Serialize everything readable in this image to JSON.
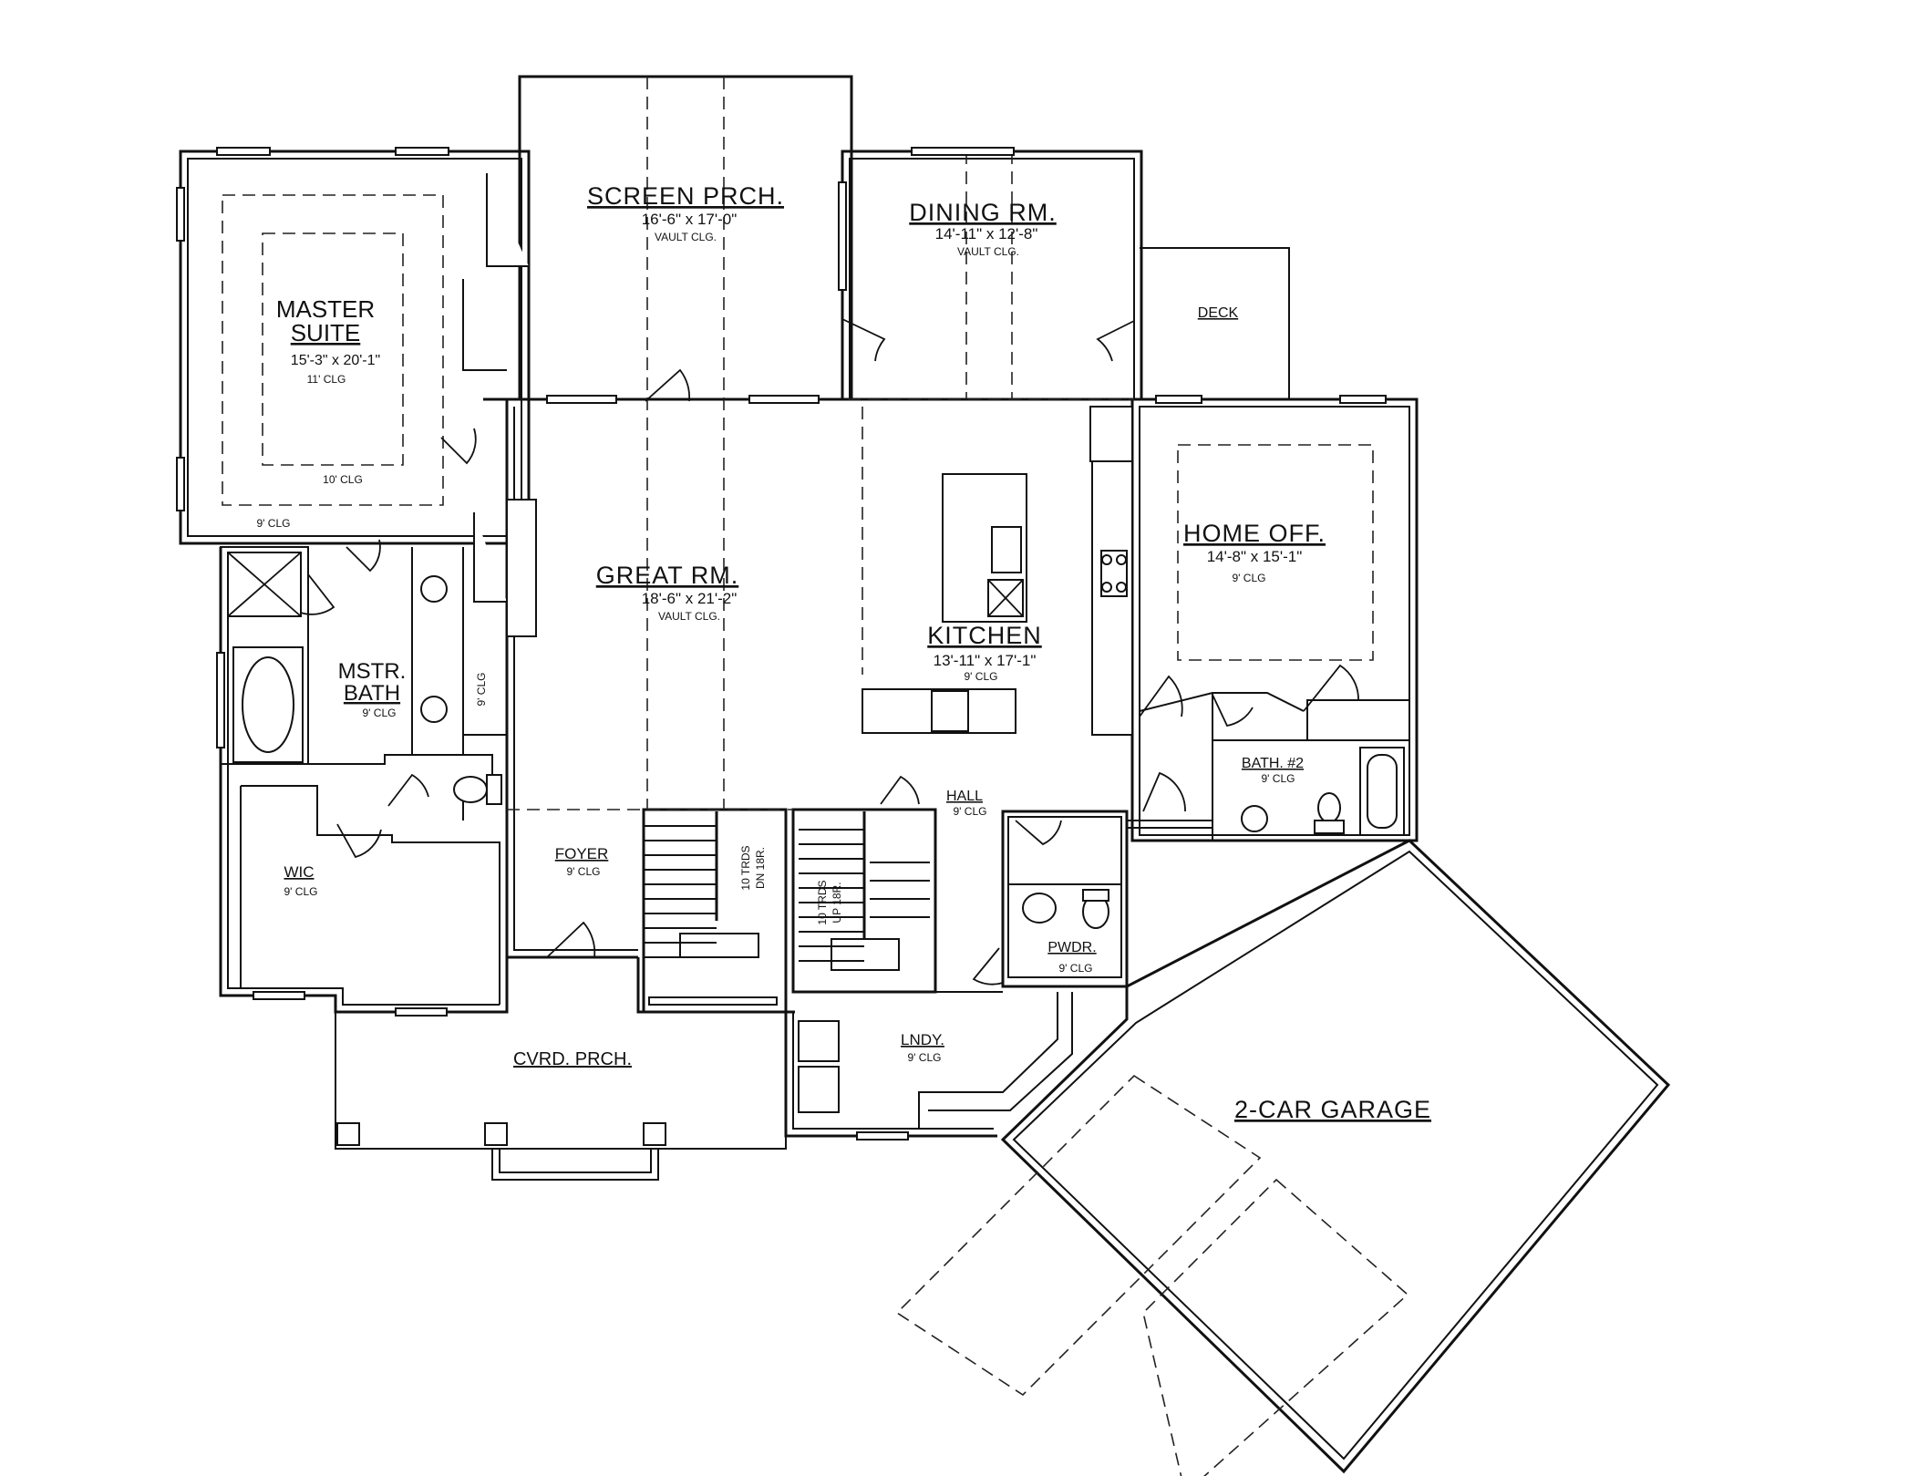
{
  "rooms": {
    "master_suite": {
      "name_1": "MASTER",
      "name_2": "SUITE",
      "size": "15'-3\" x 20'-1\"",
      "ceiling": "11' CLG",
      "ceiling_2": "10' CLG",
      "ceiling_3": "9' CLG"
    },
    "screen_porch": {
      "name": "SCREEN PRCH.",
      "size": "16'-6\" x 17'-0\"",
      "ceiling": "VAULT CLG."
    },
    "dining": {
      "name": "DINING RM.",
      "size": "14'-11\" x 12'-8\"",
      "ceiling": "VAULT CLG."
    },
    "deck": {
      "name": "DECK"
    },
    "great_room": {
      "name": "GREAT RM.",
      "size": "18'-6\" x 21'-2\"",
      "ceiling": "VAULT CLG."
    },
    "kitchen": {
      "name": "KITCHEN",
      "size": "13'-11\" x 17'-1\"",
      "ceiling": "9' CLG"
    },
    "home_office": {
      "name": "HOME OFF.",
      "size": "14'-8\" x 15'-1\"",
      "ceiling": "9' CLG"
    },
    "master_bath": {
      "name_1": "MSTR.",
      "name_2": "BATH",
      "ceiling": "9' CLG"
    },
    "hall_closet": {
      "ceiling": "9' CLG"
    },
    "wic": {
      "name": "WIC",
      "ceiling": "9' CLG"
    },
    "foyer": {
      "name": "FOYER",
      "ceiling": "9' CLG"
    },
    "stairs_down": {
      "line_1": "10 TRDS",
      "line_2": "DN 18R."
    },
    "stairs_up": {
      "line_1": "10 TRDS",
      "line_2": "UP 18R."
    },
    "hall": {
      "name": "HALL",
      "ceiling": "9' CLG"
    },
    "bath_2": {
      "name": "BATH. #2",
      "ceiling": "9' CLG"
    },
    "powder": {
      "name": "PWDR.",
      "ceiling": "9' CLG"
    },
    "laundry": {
      "name": "LNDY.",
      "ceiling": "9' CLG"
    },
    "covered_porch": {
      "name": "CVRD. PRCH."
    },
    "garage": {
      "name": "2-CAR GARAGE"
    }
  }
}
